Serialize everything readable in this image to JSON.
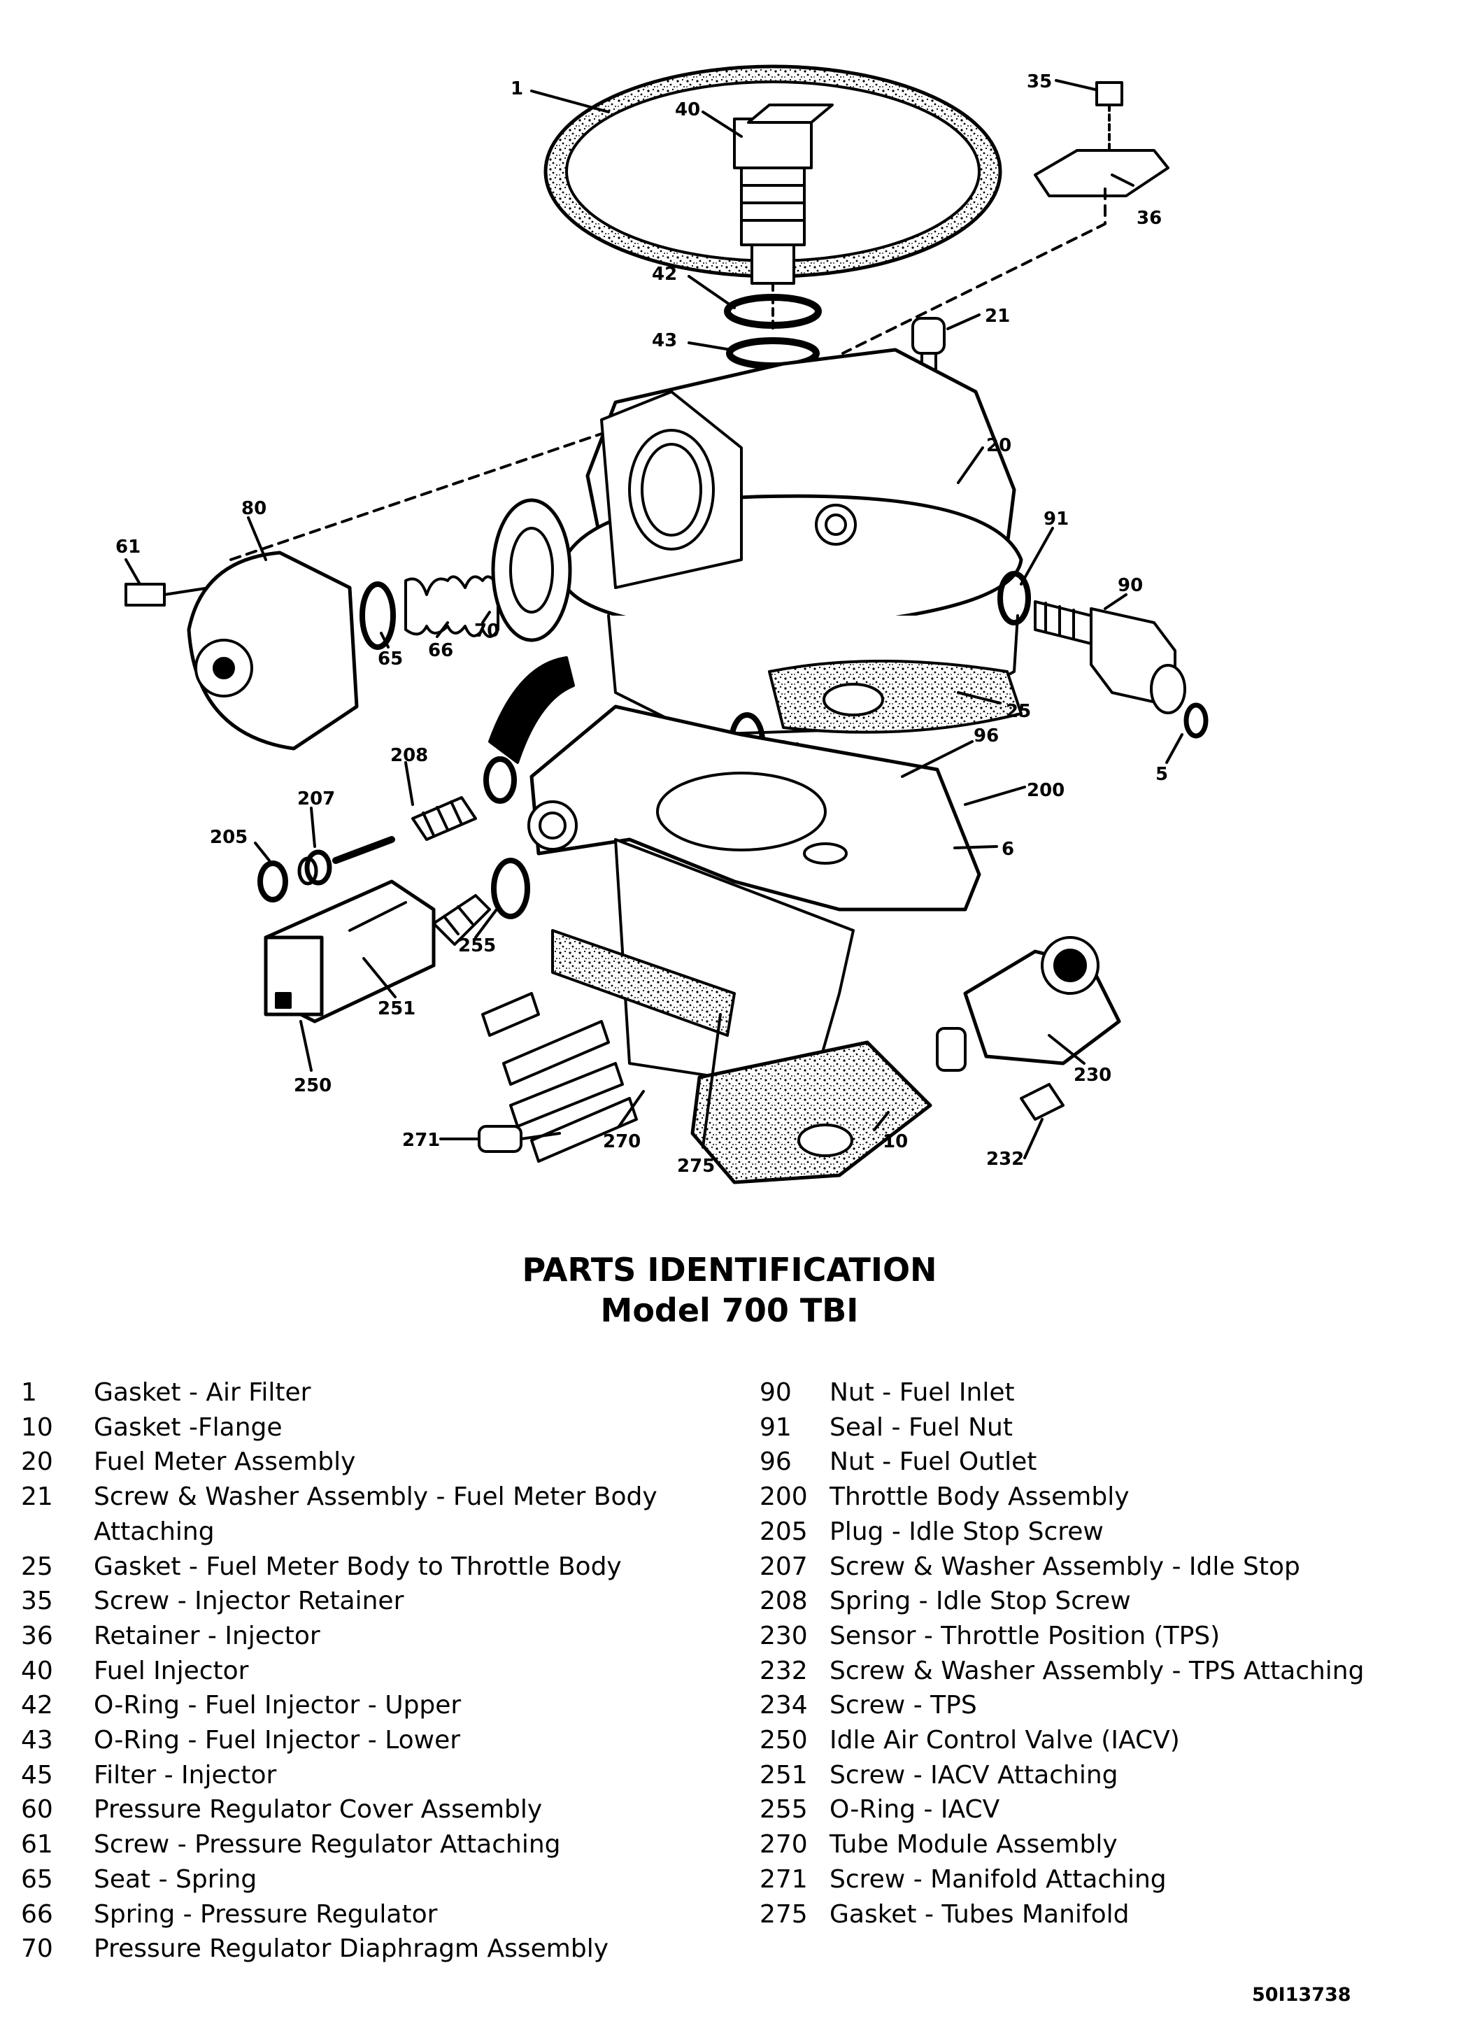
{
  "diagram": {
    "callouts": [
      "1",
      "40",
      "35",
      "36",
      "42",
      "21",
      "43",
      "20",
      "80",
      "61",
      "91",
      "90",
      "70",
      "66",
      "65",
      "25",
      "96",
      "5",
      "200",
      "208",
      "207",
      "205",
      "6",
      "255",
      "251",
      "250",
      "230",
      "271",
      "270",
      "275",
      "10",
      "232"
    ]
  },
  "title": {
    "line1": "PARTS IDENTIFICATION",
    "line2": "Model 700 TBI"
  },
  "parts_left": [
    {
      "num": "1",
      "desc": "Gasket - Air Filter"
    },
    {
      "num": "10",
      "desc": "Gasket -Flange"
    },
    {
      "num": "20",
      "desc": "Fuel Meter Assembly"
    },
    {
      "num": "21",
      "desc": "Screw & Washer Assembly - Fuel Meter Body Attaching"
    },
    {
      "num": "25",
      "desc": "Gasket - Fuel Meter Body to Throttle Body"
    },
    {
      "num": "35",
      "desc": "Screw - Injector Retainer"
    },
    {
      "num": "36",
      "desc": "Retainer - Injector"
    },
    {
      "num": "40",
      "desc": "Fuel Injector"
    },
    {
      "num": "42",
      "desc": "O-Ring - Fuel Injector - Upper"
    },
    {
      "num": "43",
      "desc": "O-Ring - Fuel Injector - Lower"
    },
    {
      "num": "45",
      "desc": "Filter - Injector"
    },
    {
      "num": "60",
      "desc": "Pressure Regulator Cover Assembly"
    },
    {
      "num": "61",
      "desc": "Screw - Pressure Regulator Attaching"
    },
    {
      "num": "65",
      "desc": "Seat - Spring"
    },
    {
      "num": "66",
      "desc": "Spring - Pressure Regulator"
    },
    {
      "num": "70",
      "desc": "Pressure Regulator Diaphragm Assembly"
    }
  ],
  "parts_right": [
    {
      "num": "90",
      "desc": "Nut - Fuel Inlet"
    },
    {
      "num": "91",
      "desc": "Seal - Fuel Nut"
    },
    {
      "num": "96",
      "desc": "Nut - Fuel Outlet"
    },
    {
      "num": "200",
      "desc": "Throttle Body Assembly"
    },
    {
      "num": "205",
      "desc": "Plug - Idle Stop Screw"
    },
    {
      "num": "207",
      "desc": "Screw & Washer Assembly - Idle Stop"
    },
    {
      "num": "208",
      "desc": "Spring - Idle Stop Screw"
    },
    {
      "num": "230",
      "desc": "Sensor - Throttle Position (TPS)"
    },
    {
      "num": "232",
      "desc": "Screw & Washer Assembly - TPS Attaching"
    },
    {
      "num": "234",
      "desc": "Screw - TPS"
    },
    {
      "num": "250",
      "desc": "Idle Air Control Valve (IACV)"
    },
    {
      "num": "251",
      "desc": "Screw - IACV Attaching"
    },
    {
      "num": "255",
      "desc": "O-Ring - IACV"
    },
    {
      "num": "270",
      "desc": "Tube Module Assembly"
    },
    {
      "num": "271",
      "desc": "Screw - Manifold Attaching"
    },
    {
      "num": "275",
      "desc": "Gasket - Tubes Manifold"
    }
  ],
  "ref_code": "50I13738"
}
